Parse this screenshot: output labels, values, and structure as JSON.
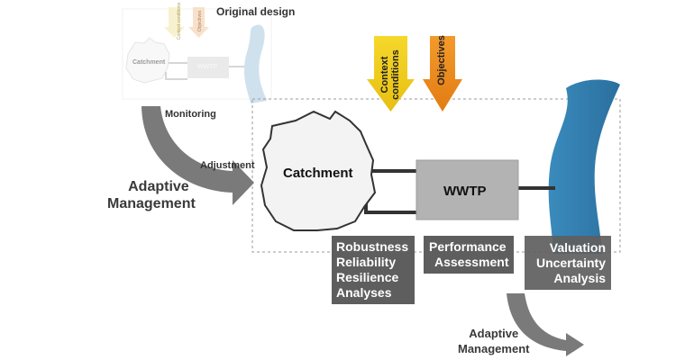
{
  "original": {
    "title": "Original design",
    "catchment": "Catchment",
    "wwtp": "WWTP",
    "context": "Context conditions",
    "objectives": "Objectives"
  },
  "main": {
    "catchment": "Catchment",
    "wwtp": "WWTP",
    "context_line1": "Context",
    "context_line2": "conditions",
    "objectives": "Objectives"
  },
  "flow": {
    "monitoring": "Monitoring",
    "adjustment": "Adjustment",
    "adaptive_left_1": "Adaptive",
    "adaptive_left_2": "Management",
    "adaptive_bottom_1": "Adaptive",
    "adaptive_bottom_2": "Management"
  },
  "boxes": {
    "robustness": [
      "Robustness",
      "Reliability",
      "Resilience",
      "Analyses"
    ],
    "performance": [
      "Performance",
      "Assessment"
    ],
    "valuation": [
      "Valuation",
      "Uncertainty",
      "Analysis"
    ]
  },
  "colors": {
    "context_arrow": "#f2d21c",
    "objectives_arrow": "#ee8f1f",
    "river": "#2f7fb0",
    "river_faded": "#a9c9e0",
    "grey_arrow": "#7a7a7a",
    "box": "#5e5e5e",
    "wwtp": "#b3b3b3"
  }
}
